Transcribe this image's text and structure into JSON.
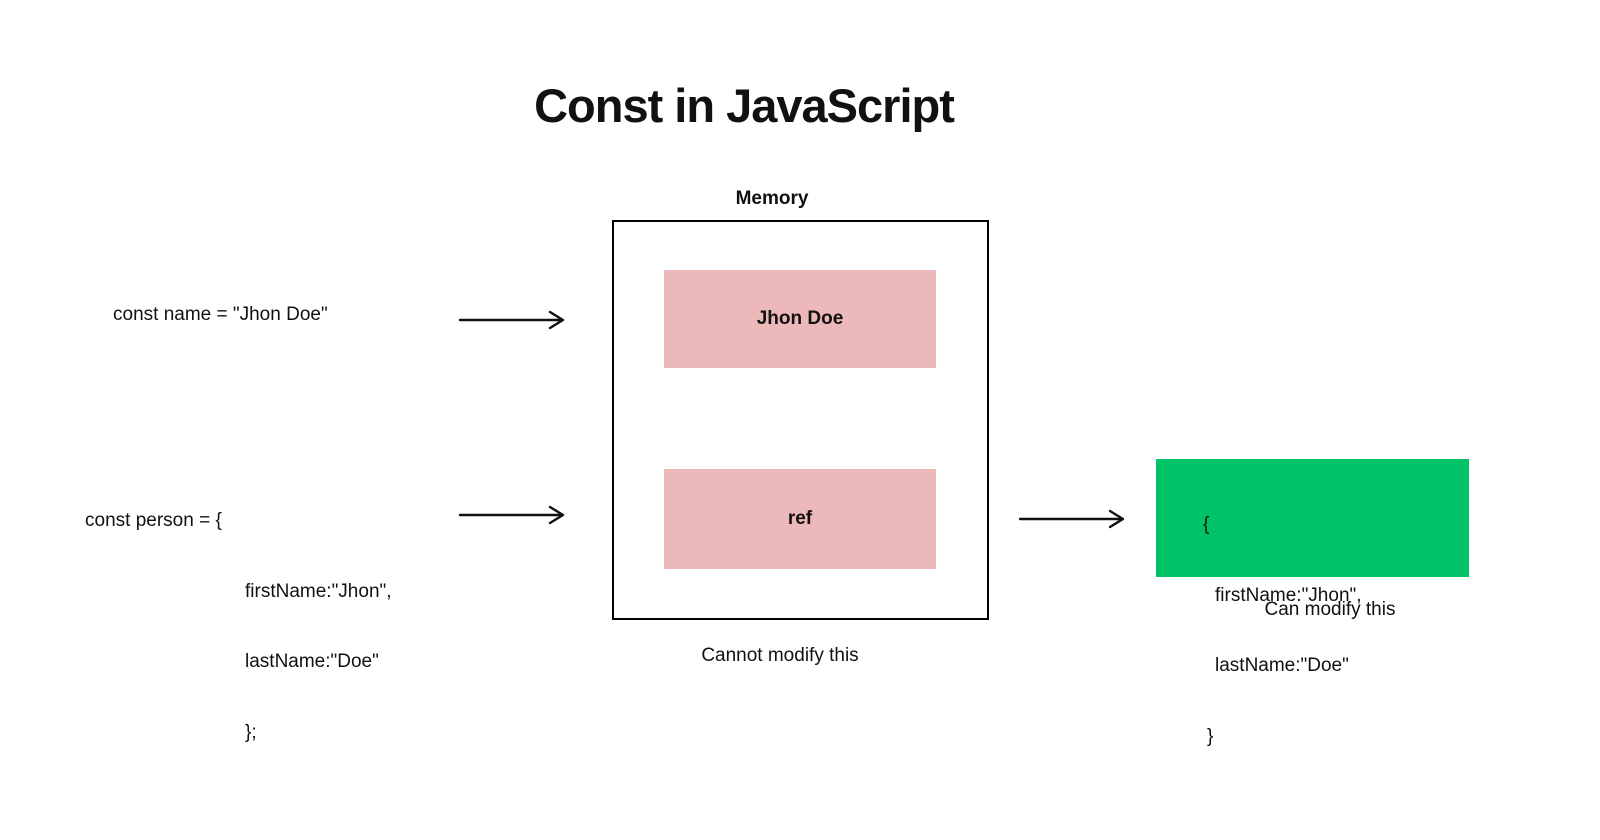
{
  "title": "Const in JavaScript",
  "colors": {
    "pink": "#edb8ba",
    "green": "#00c368",
    "ink": "#111111",
    "background": "#ffffff"
  },
  "icons": {
    "arrow_right": "→"
  },
  "memory": {
    "label": "Memory",
    "cells": [
      {
        "label": "Jhon Doe"
      },
      {
        "label": "ref"
      }
    ],
    "caption": "Cannot modify this"
  },
  "left_code": {
    "name_decl": "const name = \"Jhon Doe\"",
    "person_decl": [
      "const person = {",
      "firstName:\"Jhon\",",
      "lastName:\"Doe\"",
      "};"
    ]
  },
  "object_box": {
    "lines": [
      "{",
      "firstName:\"Jhon\",",
      "lastName:\"Doe\"",
      "}"
    ],
    "caption": "Can modify this"
  }
}
